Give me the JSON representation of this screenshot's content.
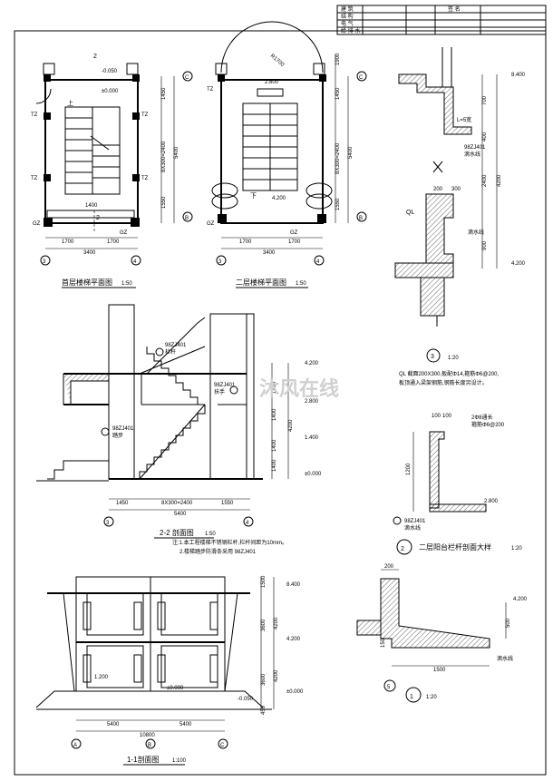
{
  "title_block": {
    "rows": [
      "建 筑",
      "结 构",
      "电 气",
      "给 排 水"
    ],
    "header": "签 名"
  },
  "plan1": {
    "caption": "首层楼梯平面图",
    "scale": "1:50",
    "dims_bottom": [
      "1700",
      "1700",
      "3400"
    ],
    "dims_right": [
      "1450",
      "8X300=2400",
      "1550",
      "5400"
    ],
    "labels": {
      "elev1": "-0.050",
      "elev2": "±0.000",
      "up": "上",
      "tz": "TZ",
      "gz": "GZ",
      "dim1400": "1400",
      "sec2": "2"
    },
    "axes": [
      "3",
      "4",
      "C",
      "B"
    ]
  },
  "plan2": {
    "caption": "二层楼梯平面图",
    "scale": "1:50",
    "dims_bottom": [
      "1700",
      "1700",
      "3400"
    ],
    "dims_right": [
      "1900",
      "1450",
      "8X300=2400",
      "5400",
      "1550"
    ],
    "labels": {
      "elev1": "2.800",
      "elev2": "4.200",
      "down": "下",
      "tz": "TZ",
      "gz": "GZ",
      "r": "R1700"
    },
    "axes": [
      "3",
      "4",
      "C",
      "B"
    ]
  },
  "detail3": {
    "dims": [
      "700",
      "400",
      "2400",
      "4200",
      "900"
    ],
    "elevs": [
      "8.400",
      "4.200"
    ],
    "labels": {
      "ql": "QL",
      "note": "98ZJ401",
      "drip": "滴水线",
      "l": "L=5宽",
      "d200": "200",
      "d300": "300"
    },
    "num": "3",
    "scale": "1:20",
    "note_lines": [
      "QL 截面200X300,板配Φ14,箍筋Φ6@200,",
      "板顶通入梁架钢筋,钢筋长度另设计。"
    ]
  },
  "section22": {
    "caption": "2-2 剖面图",
    "scale": "1:50",
    "dims_bottom": [
      "1450",
      "8X300=2400",
      "1550",
      "5400"
    ],
    "dims_right": [
      "1400",
      "1400",
      "1400",
      "1400",
      "4200"
    ],
    "elevs": [
      "4.200",
      "2.800",
      "1.400",
      "±0.000"
    ],
    "labels": {
      "rail": "98ZJ401",
      "rail2": "栏杆",
      "rail3": "98ZJ401",
      "rail4": "扶手",
      "step": "98ZJ401",
      "step2": "踏步"
    },
    "axes": [
      "3",
      "4"
    ],
    "notes": [
      "注:1.本工程楼梯不锈钢栏杆,栏杆间距为10mm。",
      "2.楼梯踏步防滑条采用 98ZJ401"
    ]
  },
  "detail2": {
    "caption": "二层阳台栏杆剖面大样",
    "scale": "1:20",
    "dims": [
      "100",
      "100",
      "1200"
    ],
    "elevs": [
      "2.800"
    ],
    "labels": {
      "note": "2Φ8通长",
      "note2": "箍筋Φ6@200",
      "ref": "98ZJ401",
      "drip": "滴水线"
    },
    "num": "2"
  },
  "section11": {
    "caption": "1-1剖面图",
    "scale": "1:100",
    "dims_bottom": [
      "5400",
      "5400",
      "10800"
    ],
    "dims_right": [
      "1500",
      "3600",
      "4200",
      "3600",
      "4200",
      "450"
    ],
    "elevs": [
      "8.400",
      "4.200",
      "±0.000",
      "1.200",
      "±0.000",
      "-0.050"
    ],
    "axes": [
      "A",
      "B",
      "C"
    ]
  },
  "detail1": {
    "dims": [
      "200",
      "1500",
      "500",
      "150"
    ],
    "elevs": [
      "4.200"
    ],
    "labels": {
      "drip": "滴水线"
    },
    "num": "1",
    "scale": "1:20",
    "num5": "5"
  },
  "watermark": "沐风在线"
}
